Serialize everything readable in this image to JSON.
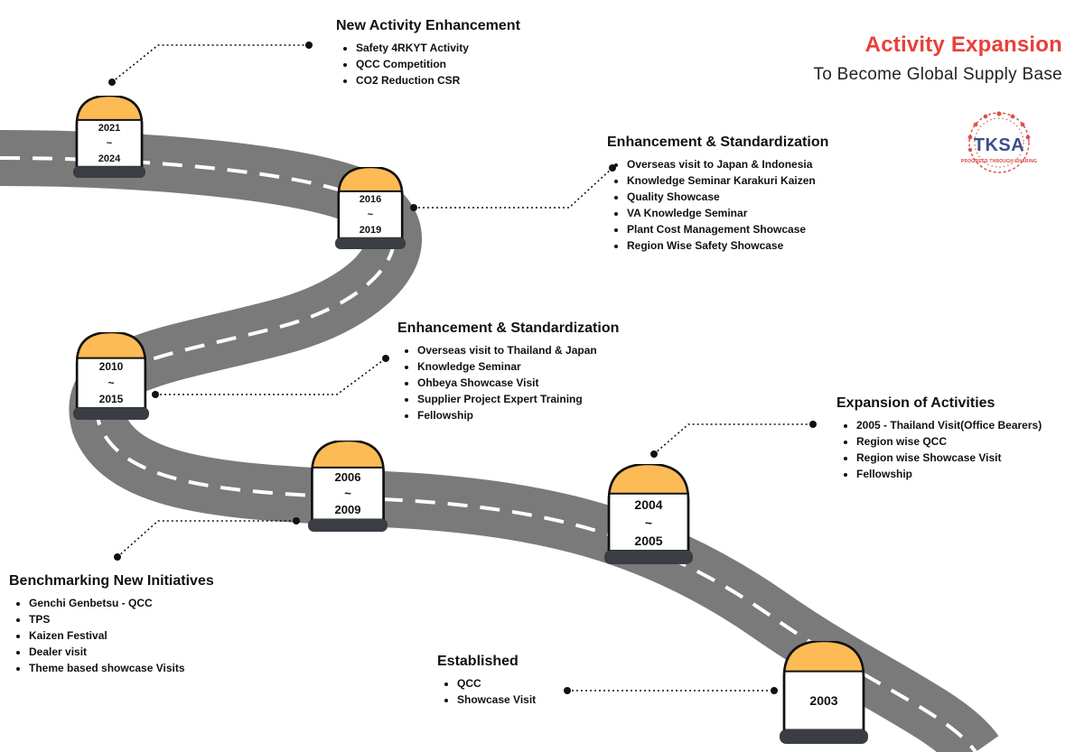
{
  "header": {
    "title": "Activity Expansion",
    "subtitle": "To Become Global Supply Base",
    "logo_text": "TKSA",
    "logo_tagline": "PROGRESS THROUGH SHARING",
    "accent_color": "#e8403a"
  },
  "milestones": [
    {
      "id": "m2021",
      "lines": [
        "2021",
        "~",
        "2024"
      ]
    },
    {
      "id": "m2016",
      "lines": [
        "2016",
        "~",
        "2019"
      ]
    },
    {
      "id": "m2010",
      "lines": [
        "2010",
        "~",
        "2015"
      ]
    },
    {
      "id": "m2006",
      "lines": [
        "2006",
        "~",
        "2009"
      ]
    },
    {
      "id": "m2004",
      "lines": [
        "2004",
        "~",
        "2005"
      ]
    },
    {
      "id": "m2003",
      "lines": [
        "2003"
      ]
    }
  ],
  "sections": [
    {
      "id": "s2021",
      "title": "New Activity Enhancement",
      "items": [
        "Safety 4RKYT Activity",
        "QCC Competition",
        "CO2 Reduction CSR"
      ]
    },
    {
      "id": "s2016",
      "title": "Enhancement & Standardization",
      "items": [
        "Overseas visit to Japan & Indonesia",
        "Knowledge Seminar Karakuri Kaizen",
        "Quality Showcase",
        "VA Knowledge Seminar",
        "Plant Cost Management Showcase",
        "Region Wise Safety Showcase"
      ]
    },
    {
      "id": "s2010",
      "title": "Enhancement & Standardization",
      "items": [
        "Overseas visit to Thailand & Japan",
        "Knowledge Seminar",
        "Ohbeya Showcase Visit",
        "Supplier Project Expert Training",
        "Fellowship"
      ]
    },
    {
      "id": "s2004",
      "title": "Expansion of Activities",
      "items": [
        "2005 - Thailand Visit(Office Bearers)",
        "Region wise QCC",
        "Region wise Showcase Visit",
        "Fellowship"
      ]
    },
    {
      "id": "s2006",
      "title": "Benchmarking New Initiatives",
      "items": [
        "Genchi Genbetsu - QCC",
        "TPS",
        "Kaizen Festival",
        "Dealer visit",
        "Theme based showcase Visits"
      ]
    },
    {
      "id": "s2003",
      "title": "Established",
      "items": [
        "QCC",
        "Showcase Visit"
      ]
    }
  ],
  "colors": {
    "road": "#7a7a7a",
    "stone_top": "#fdbb56",
    "stone_base": "#3a3d44"
  }
}
